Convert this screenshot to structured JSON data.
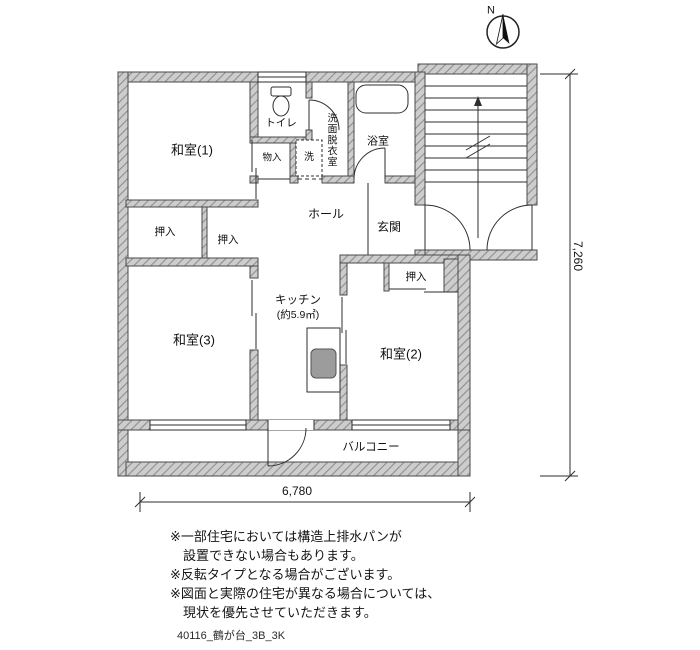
{
  "compass": {
    "north": "N"
  },
  "rooms": {
    "washitsu1": "和室(1)",
    "toilet": "トイレ",
    "washroom": "洗面脱衣室",
    "bath": "浴室",
    "storage": "物入",
    "washer": "洗",
    "hall": "ホール",
    "entrance": "玄関",
    "closet_a": "押入",
    "closet_b": "押入",
    "closet_c": "押入",
    "kitchen_name": "キッチン",
    "kitchen_size": "(約5.9㎡)",
    "washitsu3": "和室(3)",
    "washitsu2": "和室(2)",
    "balcony": "バルコニー"
  },
  "dimensions": {
    "width": "6,780",
    "height": "7,260"
  },
  "notes": [
    "※一部住宅においては構造上排水パンが",
    "設置できない場合もあります。",
    "※反転タイプとなる場合がございます。",
    "※図面と実際の住宅が異なる場合については、",
    "現状を優先させていただきます。"
  ],
  "footer_id": "40116_鶴が台_3B_3K"
}
